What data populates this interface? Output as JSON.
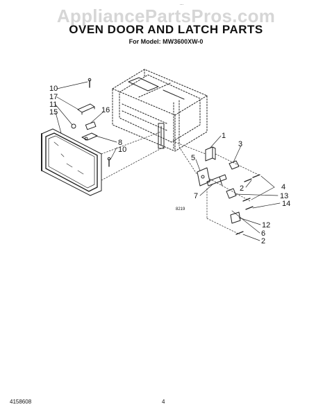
{
  "watermark": "AppliancePartsPros.com",
  "header": {
    "title": "OVEN DOOR AND LATCH PARTS",
    "subtitle": "For Model: MW3600XW-0",
    "top_mark": "..."
  },
  "diagram": {
    "callouts": [
      "10",
      "17",
      "16",
      "11",
      "15",
      "8",
      "10",
      "1",
      "3",
      "5",
      "2",
      "4",
      "7",
      "13",
      "14",
      "12",
      "6",
      "2"
    ],
    "reference_code": "8219"
  },
  "footer": {
    "doc_number": "4158608",
    "page_number": "4"
  }
}
